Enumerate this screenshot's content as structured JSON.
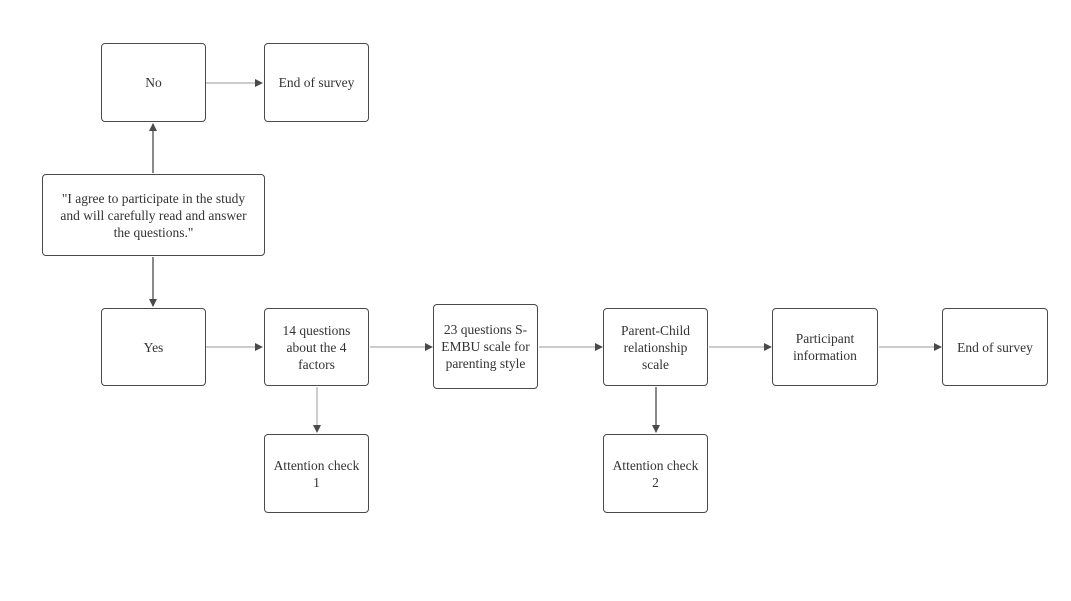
{
  "nodes": {
    "no": "No",
    "end_1": "End of survey",
    "consent": "\"I agree to participate in the study and will carefully read and answer the questions.\"",
    "yes": "Yes",
    "questions_14": "14 questions about the 4 factors",
    "questions_23": "23 questions S-EMBU scale for parenting style",
    "parent_child": "Parent-Child relationship scale",
    "participant_info": "Participant information",
    "end_2": "End of survey",
    "attention_1": "Attention check 1",
    "attention_2": "Attention check 2"
  },
  "colors": {
    "stroke": "#4a4a4a",
    "text": "#333333",
    "thin_edge": "#9a9a9a",
    "background": "#ffffff"
  }
}
